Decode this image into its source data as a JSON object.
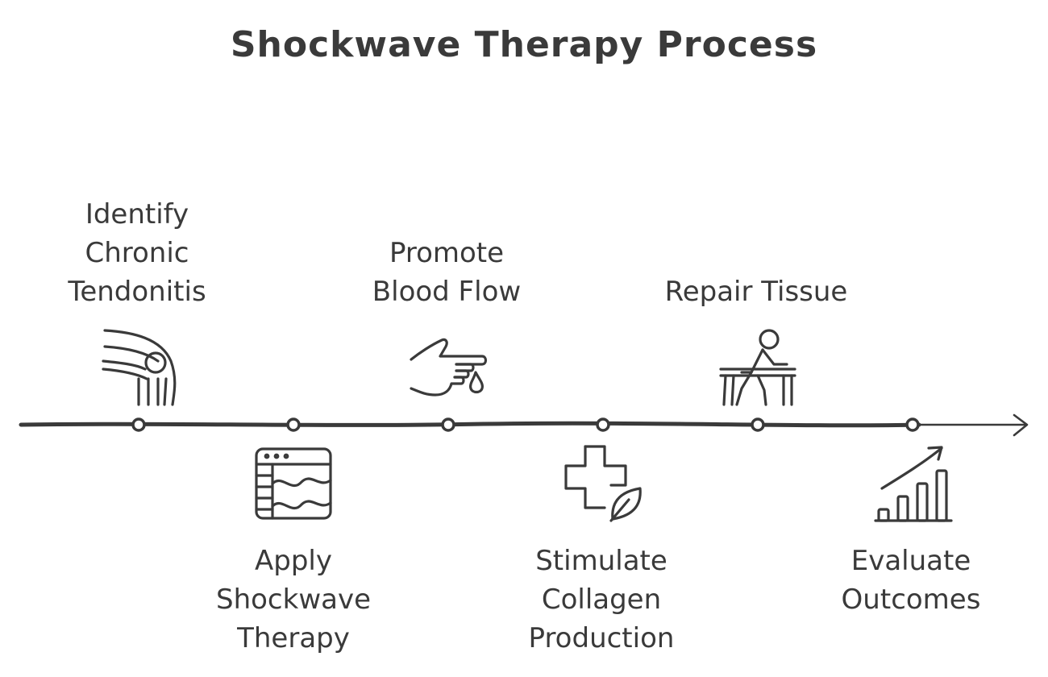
{
  "title": "Shockwave Therapy Process",
  "colors": {
    "ink": "#3a3a3a",
    "background": "#ffffff"
  },
  "steps": [
    {
      "lines": [
        "Identify",
        "Chronic",
        "Tendonitis"
      ],
      "icon": "knee-joint-icon",
      "side": "top"
    },
    {
      "lines": [
        "Apply",
        "Shockwave",
        "Therapy"
      ],
      "icon": "waveform-screen-icon",
      "side": "bottom"
    },
    {
      "lines": [
        "Promote",
        "Blood Flow"
      ],
      "icon": "pointing-hand-drop-icon",
      "side": "top"
    },
    {
      "lines": [
        "Stimulate",
        "Collagen",
        "Production"
      ],
      "icon": "medical-cross-leaf-icon",
      "side": "bottom"
    },
    {
      "lines": [
        "Repair Tissue"
      ],
      "icon": "person-at-desk-icon",
      "side": "top"
    },
    {
      "lines": [
        "Evaluate",
        "Outcomes"
      ],
      "icon": "growth-chart-icon",
      "side": "bottom"
    }
  ]
}
